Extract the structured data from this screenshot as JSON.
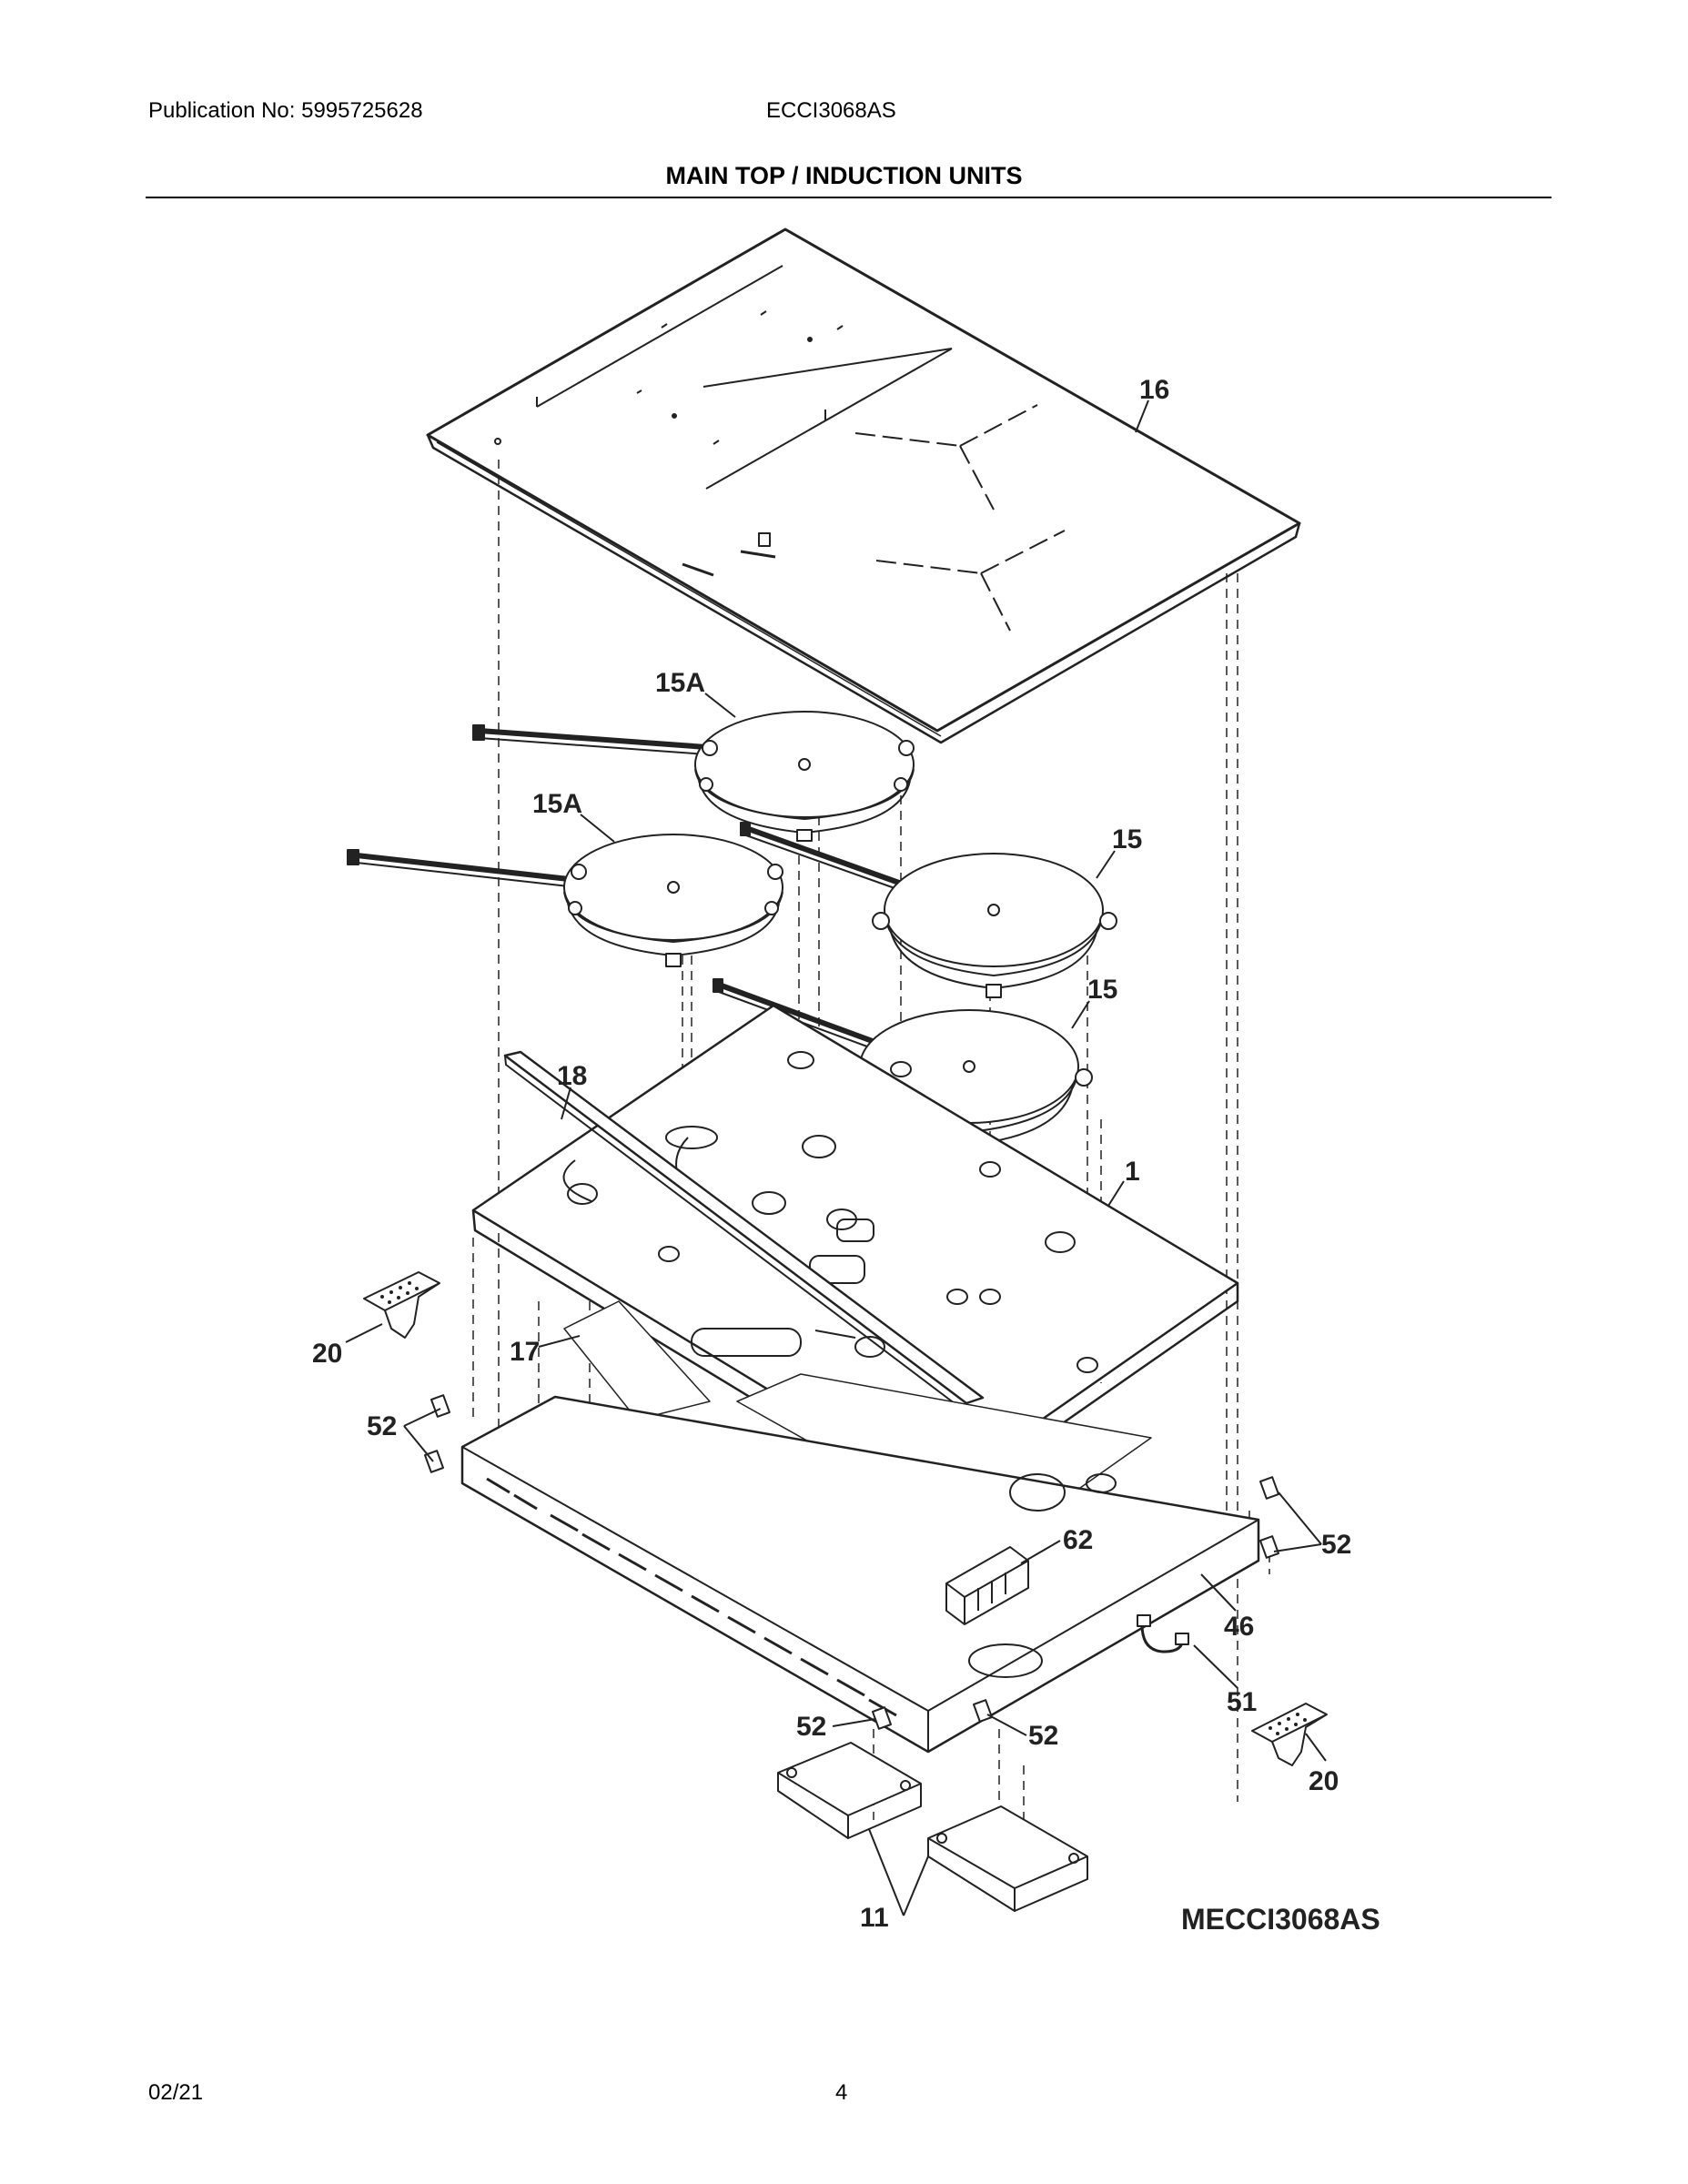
{
  "header": {
    "publication": "Publication No: 5995725628",
    "model": "ECCI3068AS",
    "title": "MAIN TOP / INDUCTION UNITS"
  },
  "callouts": {
    "c16": "16",
    "c15a_top": "15A",
    "c15a_left": "15A",
    "c15_upper": "15",
    "c15_lower": "15",
    "c18": "18",
    "c1": "1",
    "c20_left": "20",
    "c17": "17",
    "c52_left": "52",
    "c52_right": "52",
    "c62": "62",
    "c46": "46",
    "c51": "51",
    "c52_bottom_left": "52",
    "c52_bottom_right": "52",
    "c20_right": "20",
    "c11": "11"
  },
  "diagram_ref": "MECCI3068AS",
  "footer": {
    "date": "02/21",
    "page": "4"
  }
}
